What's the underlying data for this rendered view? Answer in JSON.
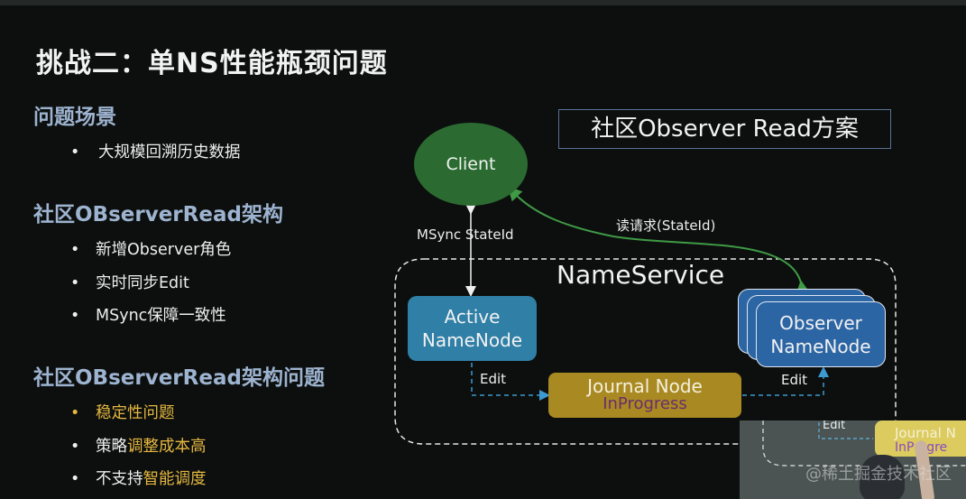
{
  "slide": {
    "title": "挑战二：单NS性能瓶颈问题",
    "sections": [
      {
        "heading": "问题场景",
        "bullets": [
          {
            "text": "大规模回溯历史数据"
          }
        ]
      },
      {
        "heading": "社区OBserverRead架构",
        "bullets": [
          {
            "text": "新增Observer角色"
          },
          {
            "text": "实时同步Edit"
          },
          {
            "text": "MSync保障一致性"
          }
        ]
      },
      {
        "heading": "社区OBserverRead架构问题",
        "bullets": [
          {
            "text": "稳定性问题",
            "highlight_all": true
          },
          {
            "prefix": "策略",
            "highlight": "调整成本高"
          },
          {
            "prefix": "不支持",
            "highlight": "智能调度"
          }
        ]
      }
    ],
    "bullet_symbol": "•"
  },
  "diagram": {
    "title": "社区Observer Read方案",
    "client_label": "Client",
    "msync_label": "MSync  StateId",
    "read_request_label": "读请求(StateId)",
    "nameservice_label": "NameService",
    "active_namenode": {
      "line1": "Active",
      "line2": "NameNode"
    },
    "observer_namenode": {
      "line1": "Observer",
      "line2": "NameNode"
    },
    "journal_node": {
      "title": "Journal Node",
      "status": "InProgress"
    },
    "edit_label_left": "Edit",
    "edit_label_right": "Edit"
  },
  "video_overlay": {
    "edit_label": "Edit",
    "journal_label": "Journal N",
    "journal_sub": "InProgre"
  },
  "watermark": "@稀土掘金技术社区",
  "colors": {
    "background": "#0c0f0e",
    "heading": "#9db3cf",
    "highlight": "#e5b740",
    "client": "#2b6b31",
    "active_namenode": "#2f7fa6",
    "observer_namenode": "#2c65a4",
    "journal_node": "#a98a22",
    "read_arrow": "#3f9a45",
    "edit_arrow": "#3d9ad1"
  }
}
